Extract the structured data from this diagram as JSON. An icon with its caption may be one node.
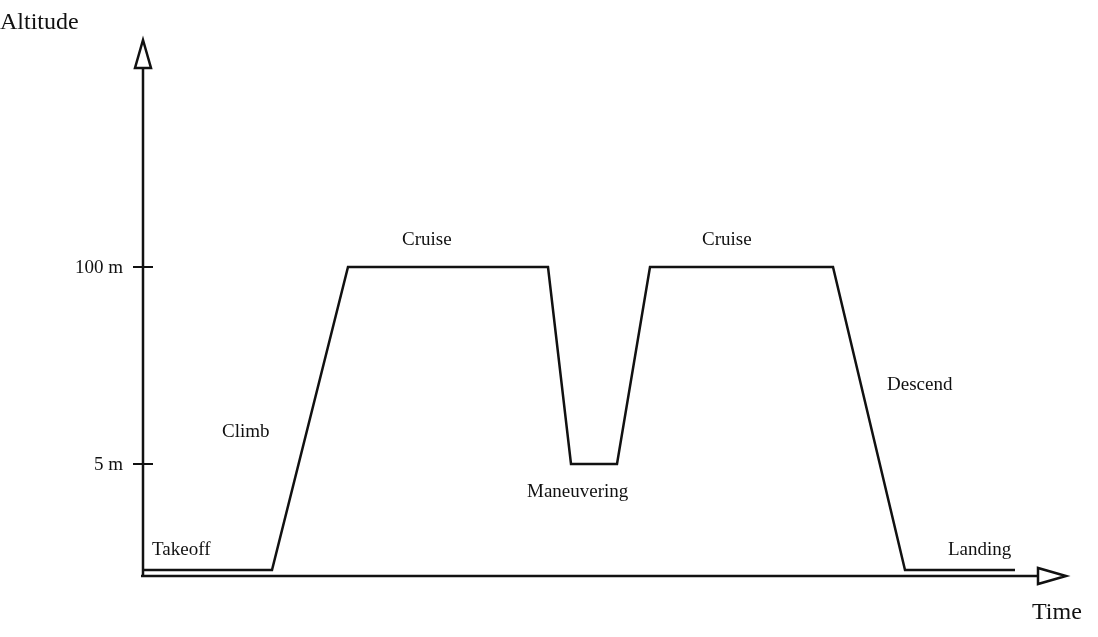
{
  "diagram": {
    "labels": [
      "Altitude",
      "100 m",
      "5 m",
      "Time",
      "Cruise",
      "Cruise",
      "Climb",
      "Maneuvering",
      "Descend",
      "Takeoff",
      "Landing"
    ]
  }
}
